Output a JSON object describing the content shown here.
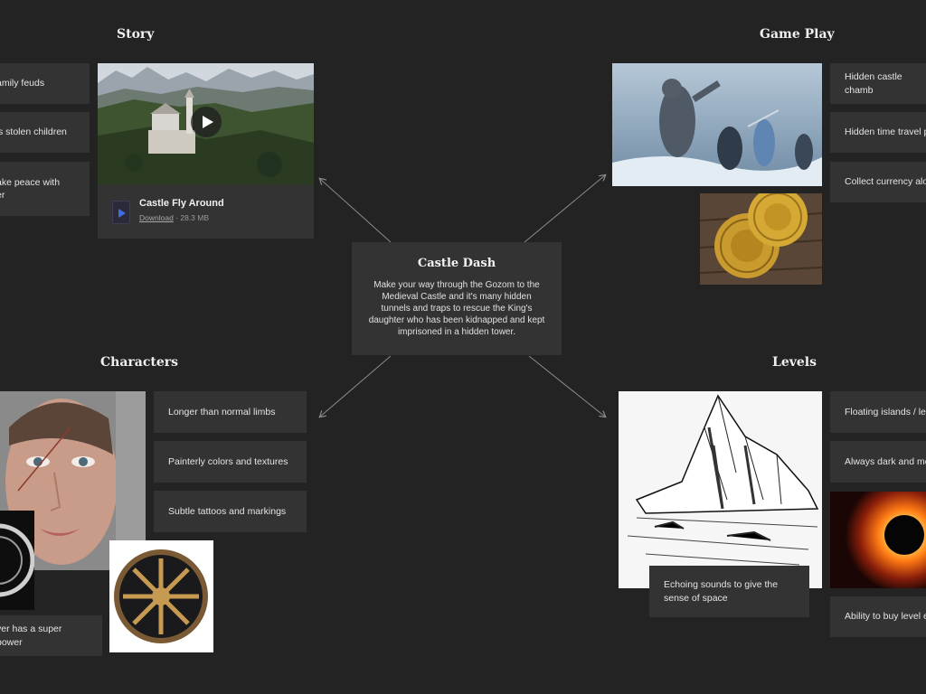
{
  "sections": {
    "story": "Story",
    "gameplay": "Game Play",
    "characters": "Characters",
    "levels": "Levels"
  },
  "center": {
    "title": "Castle Dash",
    "description": "Make your way through the Gozom to the Medieval Castle and it's many hidden tunnels and traps to rescue the King's daughter who has been kidnapped and kept imprisoned in a hidden tower."
  },
  "story_cards": [
    "amily feuds",
    "'s stolen children",
    "ake peace with\ner"
  ],
  "video": {
    "title": "Castle Fly Around",
    "download_label": "Download",
    "size": " · 28.3 MB"
  },
  "gameplay_cards": [
    "Hidden castle chamb",
    "Hidden time travel p",
    "Collect currency alo"
  ],
  "character_cards": [
    "Longer than normal limbs",
    "Painterly colors and textures",
    "Subtle tattoos and markings",
    "ver has a super power"
  ],
  "level_cards": [
    "Floating islands / lev",
    "Always dark and mo",
    "Echoing sounds to give the\nsense of space",
    "Ability to buy level e"
  ],
  "colors": {
    "background": "#232323",
    "card": "#333333",
    "arrow": "#8a8a8a",
    "file_icon_accent": "#3f6ee0"
  },
  "icons": {
    "video_play": "play-icon",
    "file": "video-file-icon"
  }
}
